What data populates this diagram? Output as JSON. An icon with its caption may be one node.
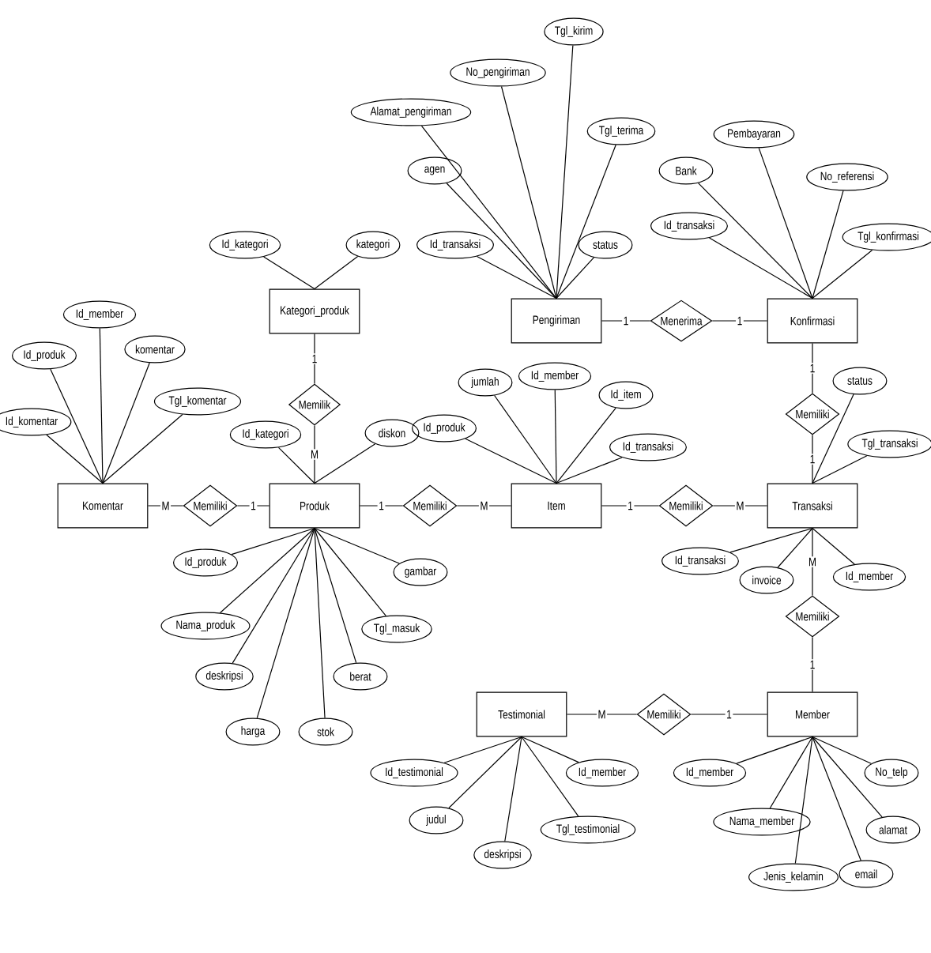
{
  "diagram": {
    "nodes": [
      {
        "text": [
          "Tgl_kirim"
        ]
      },
      {
        "text": [
          "No_pengiriman"
        ]
      },
      {
        "text": [
          "Alamat_pengiriman"
        ]
      },
      {
        "text": [
          "Tgl_terima"
        ]
      },
      {
        "text": [
          "Pembayaran"
        ]
      },
      {
        "text": [
          "agen"
        ]
      },
      {
        "text": [
          "Bank"
        ]
      },
      {
        "text": [
          "No_referensi"
        ]
      },
      {
        "text": [
          "Id_transaksi"
        ]
      },
      {
        "text": [
          "Tgl_konfirmasi"
        ]
      },
      {
        "text": [
          "Id_kategori"
        ]
      },
      {
        "text": [
          "kategori"
        ]
      },
      {
        "text": [
          "Id_transaksi"
        ]
      },
      {
        "text": [
          "status"
        ]
      },
      {
        "text": [
          "Kategori_produk"
        ]
      },
      {
        "text": [
          "Pengiriman"
        ]
      },
      {
        "text": [
          "Menerima"
        ]
      },
      {
        "text": [
          "Konfirmasi"
        ]
      },
      {
        "text": [
          "Id_member"
        ]
      },
      {
        "text": [
          "Id_produk"
        ]
      },
      {
        "text": [
          "komentar"
        ]
      },
      {
        "text": [
          "Tgl_komentar"
        ]
      },
      {
        "text": [
          "Id_komentar"
        ]
      },
      {
        "text": [
          "Memilik"
        ]
      },
      {
        "text": [
          "jumlah"
        ]
      },
      {
        "text": [
          "Id_member"
        ]
      },
      {
        "text": [
          "Id_item"
        ]
      },
      {
        "text": [
          "status"
        ]
      },
      {
        "text": [
          "Memiliki"
        ]
      },
      {
        "text": [
          "Id_produk"
        ]
      },
      {
        "text": [
          "Id_kategori"
        ]
      },
      {
        "text": [
          "diskon"
        ]
      },
      {
        "text": [
          "Id_transaksi"
        ]
      },
      {
        "text": [
          "Tgl_transaksi"
        ]
      },
      {
        "text": [
          "Komentar"
        ]
      },
      {
        "text": [
          "Memiliki"
        ]
      },
      {
        "text": [
          "Produk"
        ]
      },
      {
        "text": [
          "Memiliki"
        ]
      },
      {
        "text": [
          "Item"
        ]
      },
      {
        "text": [
          "Memiliki"
        ]
      },
      {
        "text": [
          "Transaksi"
        ]
      },
      {
        "text": [
          "Id_produk"
        ]
      },
      {
        "text": [
          "gambar"
        ]
      },
      {
        "text": [
          "Id_transaksi"
        ]
      },
      {
        "text": [
          "Id_member"
        ]
      },
      {
        "text": [
          "invoice"
        ]
      },
      {
        "text": [
          "Memiliki"
        ]
      },
      {
        "text": [
          "Nama_produk"
        ]
      },
      {
        "text": [
          "Tgl_masuk"
        ]
      },
      {
        "text": [
          "deskripsi"
        ]
      },
      {
        "text": [
          "berat"
        ]
      },
      {
        "text": [
          "harga"
        ]
      },
      {
        "text": [
          "stok"
        ]
      },
      {
        "text": [
          "Testimonial"
        ]
      },
      {
        "text": [
          "Memiliki"
        ]
      },
      {
        "text": [
          "Member"
        ]
      },
      {
        "text": [
          "Id_testimonial"
        ]
      },
      {
        "text": [
          "Id_member"
        ]
      },
      {
        "text": [
          "Id_member"
        ]
      },
      {
        "text": [
          "No_telp"
        ]
      },
      {
        "text": [
          "judul"
        ]
      },
      {
        "text": [
          "Tgl_testimonial"
        ]
      },
      {
        "text": [
          "Nama_member"
        ]
      },
      {
        "text": [
          "alamat"
        ]
      },
      {
        "text": [
          "deskripsi"
        ]
      },
      {
        "text": [
          "email"
        ]
      },
      {
        "text": [
          "Jenis_kelamin"
        ]
      }
    ],
    "edges": [
      {
        "from": 0,
        "to": 15,
        "arrow": "none"
      },
      {
        "from": 1,
        "to": 15,
        "arrow": "none"
      },
      {
        "from": 2,
        "to": 15,
        "arrow": "none"
      },
      {
        "from": 3,
        "to": 15,
        "arrow": "none"
      },
      {
        "from": 5,
        "to": 15,
        "arrow": "none"
      },
      {
        "from": 12,
        "to": 15,
        "arrow": "none"
      },
      {
        "from": 13,
        "to": 15,
        "arrow": "none"
      },
      {
        "from": 4,
        "to": 17,
        "arrow": "none"
      },
      {
        "from": 6,
        "to": 17,
        "arrow": "none"
      },
      {
        "from": 7,
        "to": 17,
        "arrow": "none"
      },
      {
        "from": 8,
        "to": 17,
        "arrow": "none"
      },
      {
        "from": 9,
        "to": 17,
        "arrow": "none"
      },
      {
        "from": 10,
        "to": 14,
        "arrow": "none"
      },
      {
        "from": 11,
        "to": 14,
        "arrow": "none"
      },
      {
        "from": 18,
        "to": 34,
        "arrow": "none"
      },
      {
        "from": 19,
        "to": 34,
        "arrow": "none"
      },
      {
        "from": 20,
        "to": 34,
        "arrow": "none"
      },
      {
        "from": 21,
        "to": 34,
        "arrow": "none"
      },
      {
        "from": 22,
        "to": 34,
        "arrow": "none"
      },
      {
        "from": 24,
        "to": 38,
        "arrow": "none"
      },
      {
        "from": 25,
        "to": 38,
        "arrow": "none"
      },
      {
        "from": 26,
        "to": 38,
        "arrow": "none"
      },
      {
        "from": 29,
        "to": 38,
        "arrow": "none"
      },
      {
        "from": 32,
        "to": 38,
        "arrow": "none"
      },
      {
        "from": 27,
        "to": 40,
        "arrow": "none"
      },
      {
        "from": 33,
        "to": 40,
        "arrow": "none"
      },
      {
        "from": 43,
        "to": 40,
        "arrow": "none"
      },
      {
        "from": 44,
        "to": 40,
        "arrow": "none"
      },
      {
        "from": 45,
        "to": 40,
        "arrow": "none"
      },
      {
        "from": 30,
        "to": 36,
        "arrow": "none"
      },
      {
        "from": 31,
        "to": 36,
        "arrow": "none"
      },
      {
        "from": 41,
        "to": 36,
        "arrow": "none"
      },
      {
        "from": 42,
        "to": 36,
        "arrow": "none"
      },
      {
        "from": 47,
        "to": 36,
        "arrow": "none"
      },
      {
        "from": 48,
        "to": 36,
        "arrow": "none"
      },
      {
        "from": 49,
        "to": 36,
        "arrow": "none"
      },
      {
        "from": 50,
        "to": 36,
        "arrow": "none"
      },
      {
        "from": 51,
        "to": 36,
        "arrow": "none"
      },
      {
        "from": 52,
        "to": 36,
        "arrow": "none"
      },
      {
        "from": 56,
        "to": 53,
        "arrow": "none"
      },
      {
        "from": 57,
        "to": 53,
        "arrow": "none"
      },
      {
        "from": 60,
        "to": 53,
        "arrow": "none"
      },
      {
        "from": 61,
        "to": 53,
        "arrow": "none"
      },
      {
        "from": 64,
        "to": 53,
        "arrow": "none"
      },
      {
        "from": 58,
        "to": 55,
        "arrow": "none"
      },
      {
        "from": 59,
        "to": 55,
        "arrow": "none"
      },
      {
        "from": 62,
        "to": 55,
        "arrow": "none"
      },
      {
        "from": 63,
        "to": 55,
        "arrow": "none"
      },
      {
        "from": 65,
        "to": 55,
        "arrow": "none"
      },
      {
        "from": 66,
        "to": 55,
        "arrow": "none"
      },
      {
        "from": 14,
        "to": 23,
        "arrow": "none",
        "label": "1"
      },
      {
        "from": 23,
        "to": 36,
        "arrow": "none",
        "label": "M"
      },
      {
        "from": 34,
        "to": 35,
        "arrow": "none",
        "label": "M"
      },
      {
        "from": 35,
        "to": 36,
        "arrow": "none",
        "label": "1"
      },
      {
        "from": 36,
        "to": 37,
        "arrow": "none",
        "label": "1"
      },
      {
        "from": 37,
        "to": 38,
        "arrow": "none",
        "label": "M"
      },
      {
        "from": 38,
        "to": 39,
        "arrow": "none",
        "label": "1"
      },
      {
        "from": 39,
        "to": 40,
        "arrow": "none",
        "label": "M"
      },
      {
        "from": 15,
        "to": 16,
        "arrow": "none",
        "label": "1"
      },
      {
        "from": 16,
        "to": 17,
        "arrow": "none",
        "label": "1"
      },
      {
        "from": 17,
        "to": 28,
        "arrow": "none",
        "label": "1"
      },
      {
        "from": 28,
        "to": 40,
        "arrow": "none",
        "label": "1"
      },
      {
        "from": 40,
        "to": 46,
        "arrow": "none",
        "label": "M"
      },
      {
        "from": 46,
        "to": 55,
        "arrow": "none",
        "label": "1"
      },
      {
        "from": 53,
        "to": 54,
        "arrow": "none",
        "label": "M"
      },
      {
        "from": 54,
        "to": 55,
        "arrow": "none",
        "label": "1"
      }
    ]
  }
}
